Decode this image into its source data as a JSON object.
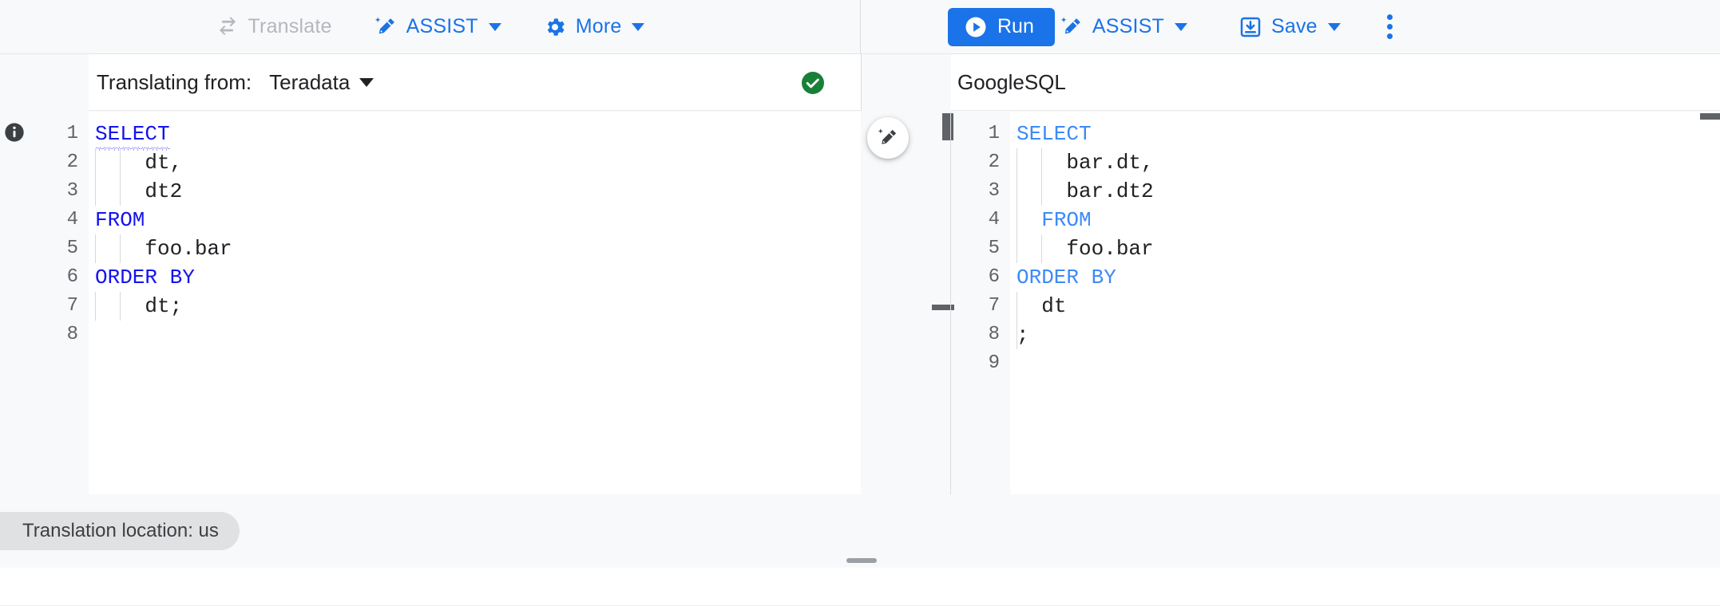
{
  "toolbar": {
    "left": [
      {
        "name": "translate",
        "label": "Translate",
        "icon": "swap-arrows-icon",
        "disabled": true,
        "caret": false
      },
      {
        "name": "assist",
        "label": "ASSIST",
        "icon": "magic-pen-icon",
        "disabled": false,
        "caret": true
      },
      {
        "name": "more",
        "label": "More",
        "icon": "gear-icon",
        "disabled": false,
        "caret": true
      }
    ],
    "run_label": "Run",
    "run_icon": "play-circle-icon",
    "assist_label": "ASSIST",
    "assist_icon": "magic-pen-icon",
    "save_label": "Save",
    "save_icon": "save-download-icon",
    "overflow_icon": "more-vert-icon"
  },
  "subheader": {
    "translating_from_label": "Translating from:",
    "source_dialect": "Teradata",
    "status_icon": "check-circle-icon",
    "status": "valid",
    "target_dialect": "GoogleSQL"
  },
  "source_editor": {
    "info_icon": "info-icon",
    "line_numbers": [
      "1",
      "2",
      "3",
      "4",
      "5",
      "6",
      "7",
      "8"
    ],
    "lines": [
      {
        "n": "1",
        "indent": 0,
        "guides": 0,
        "tokens": [
          {
            "t": "SELECT",
            "k": "kw",
            "squiggle": true
          }
        ]
      },
      {
        "n": "2",
        "indent": 2,
        "guides": 2,
        "tokens": [
          {
            "t": "dt,",
            "k": "txt"
          }
        ]
      },
      {
        "n": "3",
        "indent": 2,
        "guides": 2,
        "tokens": [
          {
            "t": "dt2",
            "k": "txt"
          }
        ]
      },
      {
        "n": "4",
        "indent": 0,
        "guides": 0,
        "tokens": [
          {
            "t": "FROM",
            "k": "kw"
          }
        ]
      },
      {
        "n": "5",
        "indent": 2,
        "guides": 2,
        "tokens": [
          {
            "t": "foo.bar",
            "k": "txt"
          }
        ]
      },
      {
        "n": "6",
        "indent": 0,
        "guides": 0,
        "tokens": [
          {
            "t": "ORDER BY",
            "k": "kw"
          }
        ]
      },
      {
        "n": "7",
        "indent": 2,
        "guides": 2,
        "tokens": [
          {
            "t": "dt;",
            "k": "txt"
          }
        ]
      },
      {
        "n": "8",
        "indent": 0,
        "guides": 0,
        "tokens": []
      }
    ]
  },
  "target_editor": {
    "line_numbers": [
      "1",
      "2",
      "3",
      "4",
      "5",
      "6",
      "7",
      "8",
      "9"
    ],
    "lines": [
      {
        "n": "1",
        "indent": 0,
        "guides": 0,
        "tokens": [
          {
            "t": "SELECT",
            "k": "kw"
          }
        ]
      },
      {
        "n": "2",
        "indent": 2,
        "guides": 2,
        "tokens": [
          {
            "t": "bar.dt,",
            "k": "txt"
          }
        ]
      },
      {
        "n": "3",
        "indent": 2,
        "guides": 2,
        "tokens": [
          {
            "t": "bar.dt2",
            "k": "txt"
          }
        ]
      },
      {
        "n": "4",
        "indent": 1,
        "guides": 1,
        "tokens": [
          {
            "t": "FROM",
            "k": "kw"
          }
        ]
      },
      {
        "n": "5",
        "indent": 2,
        "guides": 2,
        "tokens": [
          {
            "t": "foo.bar",
            "k": "txt"
          }
        ]
      },
      {
        "n": "6",
        "indent": 0,
        "guides": 0,
        "tokens": [
          {
            "t": "ORDER BY",
            "k": "kw"
          }
        ]
      },
      {
        "n": "7",
        "indent": 1,
        "guides": 1,
        "tokens": [
          {
            "t": "dt",
            "k": "txt"
          }
        ]
      },
      {
        "n": "8",
        "indent": 0,
        "guides": 1,
        "tokens": [
          {
            "t": ";",
            "k": "txt"
          }
        ]
      },
      {
        "n": "9",
        "indent": 0,
        "guides": 0,
        "tokens": []
      }
    ]
  },
  "splitter": {
    "ai_edit_icon": "magic-pen-icon"
  },
  "footer": {
    "location_chip": "Translation location: us",
    "drag_handle": "resize-handle"
  },
  "colors": {
    "accent": "#1a73e8",
    "success": "#188038",
    "keyword_source": "#1313f0",
    "keyword_target": "#3d8af7",
    "text": "#202124",
    "muted": "#5f6368",
    "disabled": "#b4b8bd",
    "surface": "#f8f9fa",
    "chip": "#e0e1e3"
  }
}
